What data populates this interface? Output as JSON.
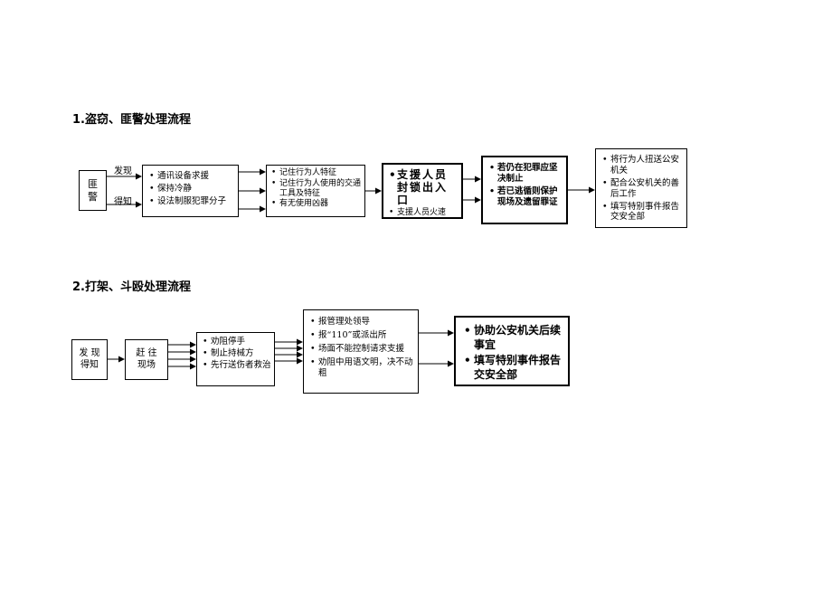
{
  "flow1": {
    "title": "1.盗窃、匪警处理流程",
    "start": "匪警",
    "label_top": "发现",
    "label_bottom": "得知",
    "step1": [
      "通讯设备求援",
      "保持冷静",
      "设法制服犯罪分子"
    ],
    "step2": [
      "记住行为人特征",
      "记住行为人使用的交通工具及特征",
      "有无使用凶器"
    ],
    "step3_main": "支援人员封锁出入口",
    "step3_sub": "支援人员火速",
    "step4": [
      "若仍在犯罪应坚决制止",
      "若已逃循则保护现场及遗留罪证"
    ],
    "step5": [
      "将行为人扭送公安机关",
      "配合公安机关的善后工作",
      "填写特别事件报告交安全部"
    ]
  },
  "flow2": {
    "title": "2.打架、斗殴处理流程",
    "start": "发 现 得知",
    "step1": "赶 往 现场",
    "step2": [
      "劝阻停手",
      "制止持械方",
      "先行送伤者救治"
    ],
    "step3": [
      "报管理处领导",
      "报“110”或派出所",
      "场面不能控制请求支援",
      "劝阻中用语文明，决不动粗"
    ],
    "step4": [
      "协助公安机关后续事宜",
      "填写特别事件报告交安全部"
    ]
  }
}
